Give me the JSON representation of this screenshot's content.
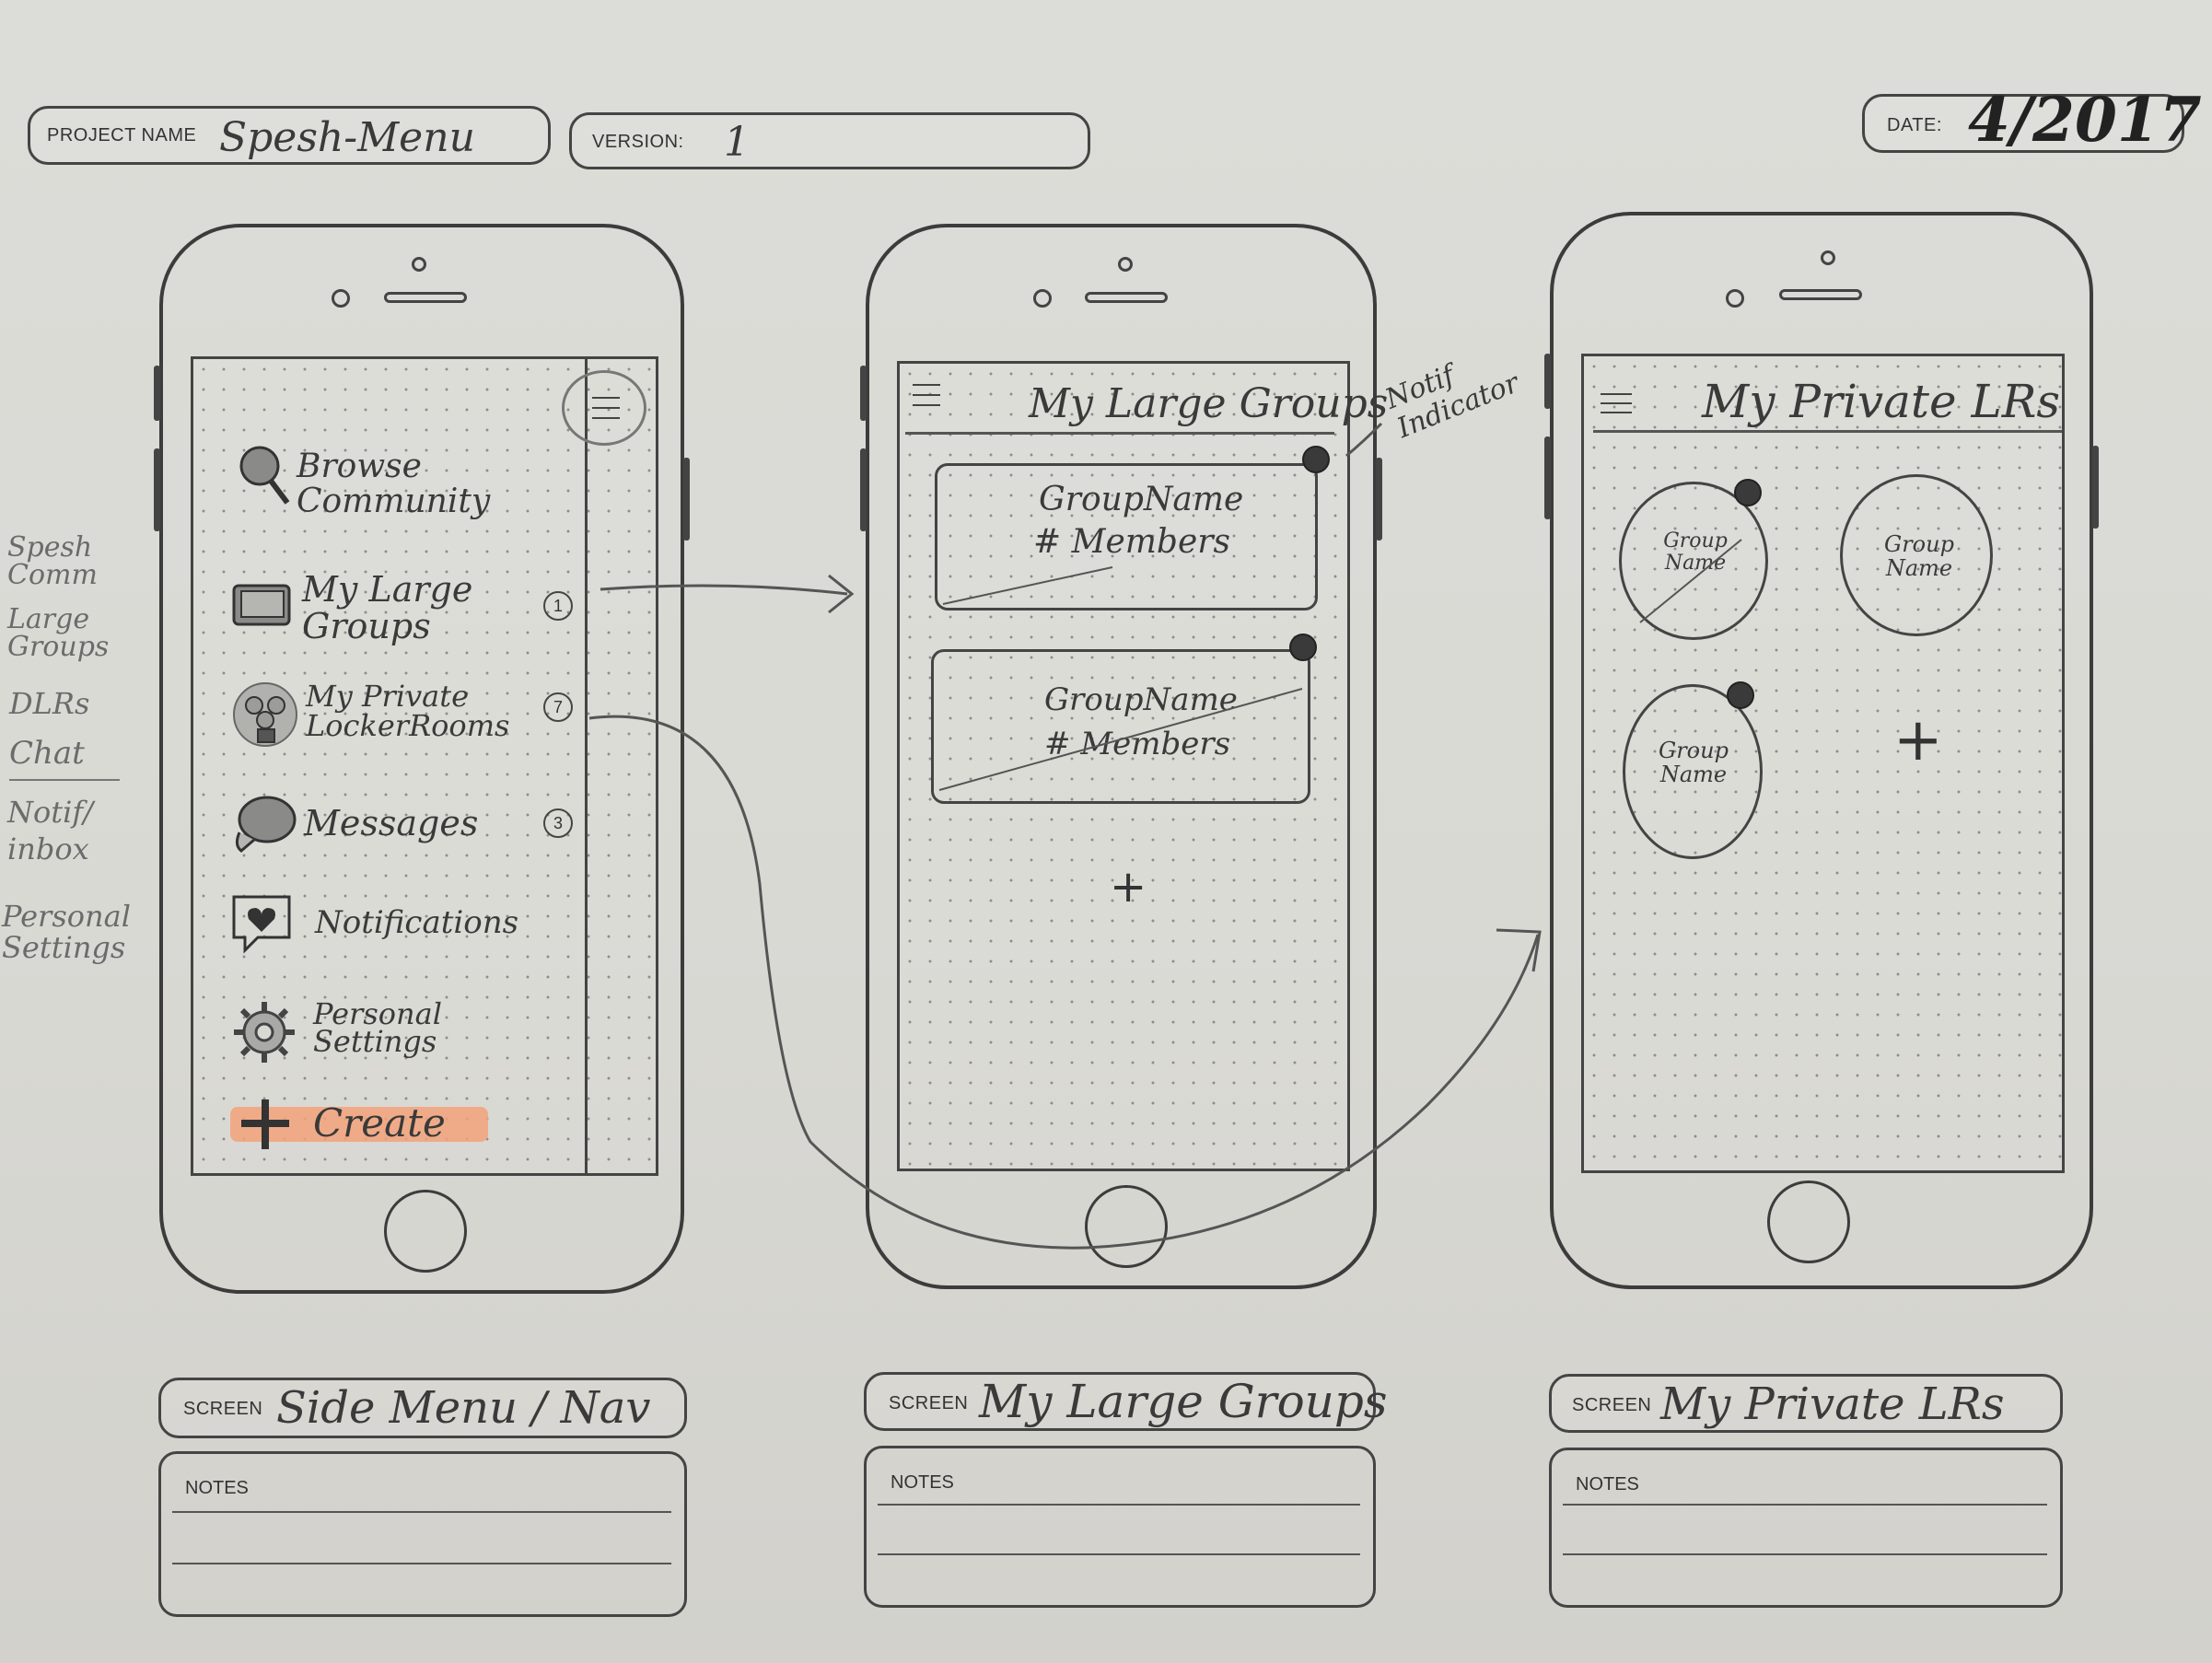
{
  "header": {
    "project_label": "PROJECT NAME",
    "project_value": "Spesh-Menu",
    "version_label": "VERSION:",
    "version_value": "1",
    "date_label": "DATE:",
    "date_value": "4/2017"
  },
  "side_notes": [
    "Spesh Comm",
    "Large Groups",
    "DLRs",
    "Chat",
    "Notif/ inbox",
    "Personal Settings"
  ],
  "screen1": {
    "menu": [
      {
        "label": "Browse Community",
        "badge": ""
      },
      {
        "label": "My Large Groups",
        "badge": "1"
      },
      {
        "label": "My Private LockerRooms",
        "badge": "7"
      },
      {
        "label": "Messages",
        "badge": "3"
      },
      {
        "label": "Notifications",
        "badge": ""
      },
      {
        "label": "Personal Settings",
        "badge": ""
      },
      {
        "label": "Create",
        "badge": ""
      }
    ],
    "icons": [
      "magnifier-icon",
      "folder-icon",
      "group-icon",
      "chat-bubble-icon",
      "heart-message-icon",
      "gear-icon",
      "plus-icon"
    ],
    "highlight_color": "#f2a27a"
  },
  "screen2": {
    "title": "My Large Groups",
    "cards": [
      {
        "name": "GroupName",
        "members": "# Members"
      },
      {
        "name": "GroupName",
        "members": "# Members"
      }
    ],
    "add_label": "+",
    "annotation": "Notif Indicator"
  },
  "screen3": {
    "title": "My Private LRs",
    "circles": [
      "Group Name",
      "Group Name",
      "Group Name"
    ],
    "add_label": "+"
  },
  "footer": {
    "screen_label": "SCREEN",
    "notes_label": "NOTES",
    "screen_names": [
      "Side Menu / Nav",
      "My Large Groups",
      "My Private LRs"
    ]
  }
}
